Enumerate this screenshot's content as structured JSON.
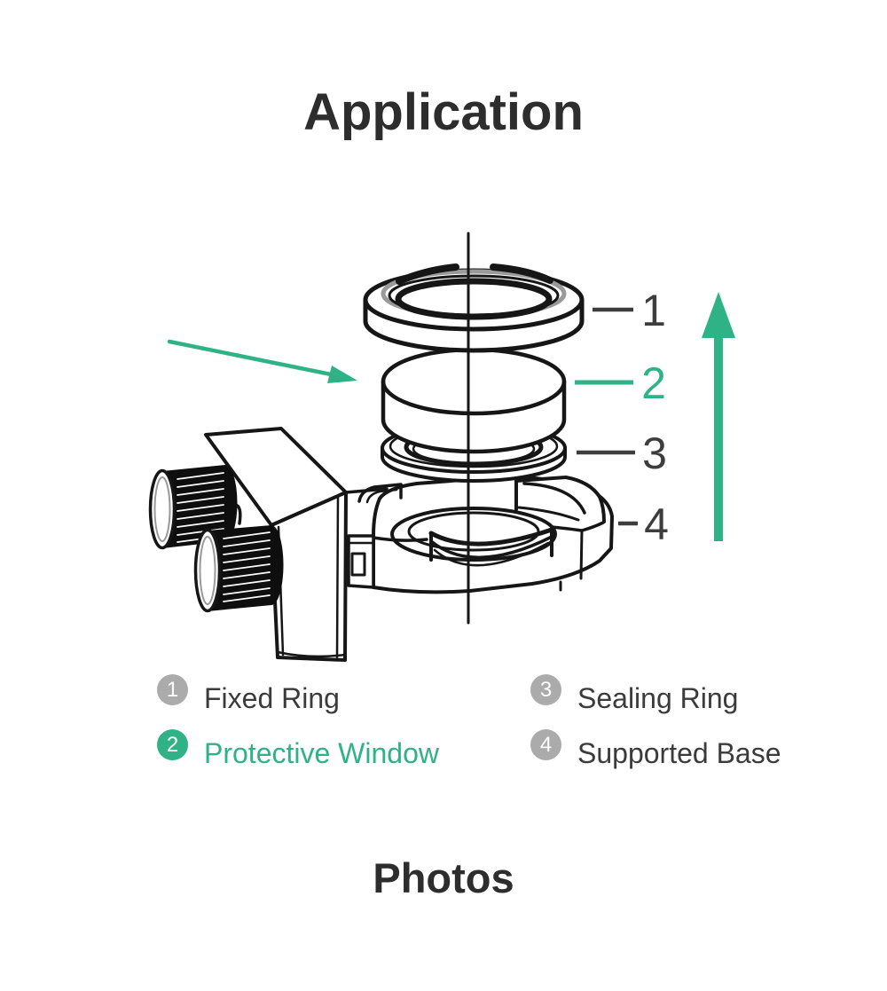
{
  "titles": {
    "application": "Application",
    "photos": "Photos"
  },
  "colors": {
    "accent_green": "#2eb286",
    "badge_gray": "#ababab",
    "text_dark": "#3b3b3b",
    "line_art": "#161616",
    "background": "#ffffff"
  },
  "diagram": {
    "type": "exploded-assembly",
    "callouts": [
      {
        "number": "1",
        "part": "fixed-ring",
        "color": "#3d3d3d"
      },
      {
        "number": "2",
        "part": "protective-window",
        "color": "#2eb286"
      },
      {
        "number": "3",
        "part": "sealing-ring",
        "color": "#3d3d3d"
      },
      {
        "number": "4",
        "part": "supported-base",
        "color": "#3d3d3d"
      }
    ],
    "assembly_arrow": {
      "direction": "up",
      "color": "#2eb286"
    },
    "pointer_arrow": {
      "points_to": "protective-window",
      "color": "#2eb286"
    }
  },
  "legend": {
    "items": [
      {
        "number": "1",
        "label": "Fixed Ring",
        "badge_color": "#ababab",
        "label_color": "#3b3b3b"
      },
      {
        "number": "2",
        "label": "Protective Window",
        "badge_color": "#2eb286",
        "label_color": "#2eb286"
      },
      {
        "number": "3",
        "label": "Sealing Ring",
        "badge_color": "#ababab",
        "label_color": "#3b3b3b"
      },
      {
        "number": "4",
        "label": "Supported Base",
        "badge_color": "#ababab",
        "label_color": "#3b3b3b"
      }
    ]
  }
}
